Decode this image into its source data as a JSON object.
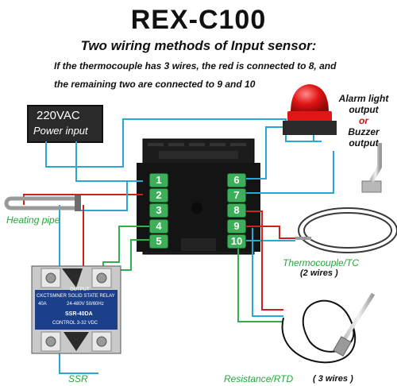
{
  "header": {
    "title": "REX-C100",
    "subtitle": "Two wiring methods of Input sensor:",
    "note_line1": "If the thermocouple has 3 wires, the red is connected to 8, and",
    "note_line2": "the remaining two are connected to 9 and 10"
  },
  "power": {
    "voltage": "220VAC",
    "label": "Power input"
  },
  "alarm": {
    "line1": "Alarm light",
    "line2": "output",
    "or": "or",
    "line3": "Buzzer",
    "line4": "output"
  },
  "labels": {
    "heating_pipe": "Heating pipe",
    "ssr": "SSR",
    "thermocouple": "Thermocouple/TC",
    "thermocouple_wires": "(2 wires )",
    "rtd": "Resistance/RTD",
    "rtd_wires": "( 3 wires )"
  },
  "terminals": {
    "left": [
      "1",
      "2",
      "3",
      "4",
      "5"
    ],
    "right": [
      "6",
      "7",
      "8",
      "9",
      "10"
    ]
  },
  "ssr_module": {
    "brand": "CKCTSMNER SOLID STATE RELAY",
    "model": "SSR-40DA",
    "control": "CONTROL 3-32 VDC",
    "output_label": "OUTPUT",
    "output_range": "24-480V  50/60Hz",
    "current": "40A"
  },
  "colors": {
    "wire_red": "#d11f1f",
    "wire_blue": "#29a8d6",
    "wire_green": "#2fb04d",
    "terminal_green": "#3fae5a",
    "label_green": "#1faa3a",
    "alarm_red": "#e01515"
  }
}
